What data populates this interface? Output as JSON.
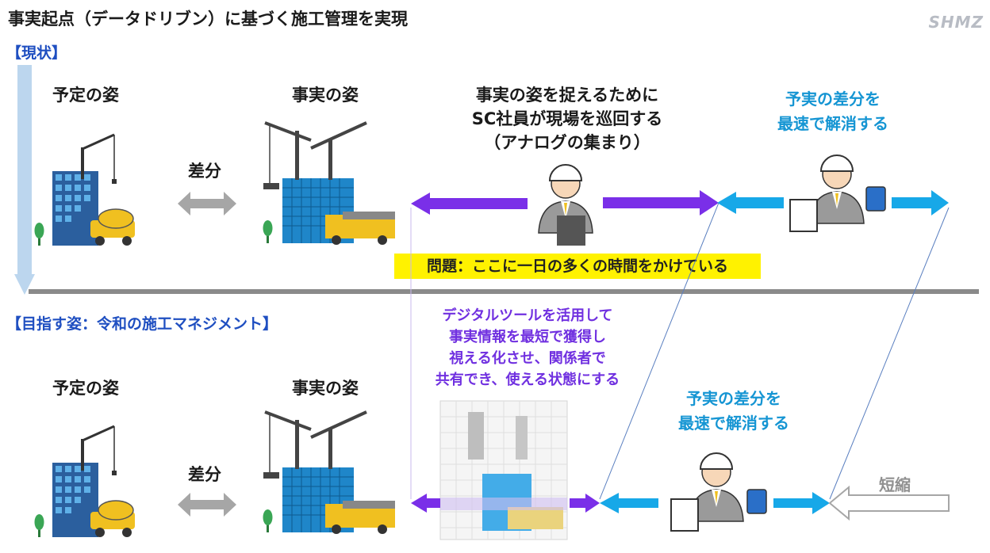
{
  "title": "事実起点（データドリブン）に基づく施工管理を実現",
  "logo": "SHMZ",
  "current": {
    "heading": "【現状】",
    "planned_label": "予定の姿",
    "diff_label": "差分",
    "actual_label": "事実の姿",
    "patrol_text": [
      "事実の姿を捉えるために",
      "SC社員が現場を巡回する",
      "（アナログの集まり）"
    ],
    "resolve_text": [
      "予実の差分を",
      "最速で解消する"
    ],
    "problem": "問題：ここに一日の多くの時間をかけている"
  },
  "target": {
    "heading": "【目指す姿：令和の施工マネジメント】",
    "planned_label": "予定の姿",
    "diff_label": "差分",
    "actual_label": "事実の姿",
    "digital_text": [
      "デジタルツールを活用して",
      "事実情報を最短で獲得し",
      "視える化させ、関係者で",
      "共有でき、使える状態にする"
    ],
    "resolve_text": [
      "予実の差分を",
      "最速で解消する"
    ],
    "shorten_label": "短縮"
  },
  "colors": {
    "heading_blue": "#1f4fc1",
    "resolve_blue": "#1595d3",
    "purple": "#7030e0",
    "highlight_yellow": "#fff200",
    "arrow_cyan": "#17a8e8",
    "arrow_purple": "#7a2fe8"
  }
}
